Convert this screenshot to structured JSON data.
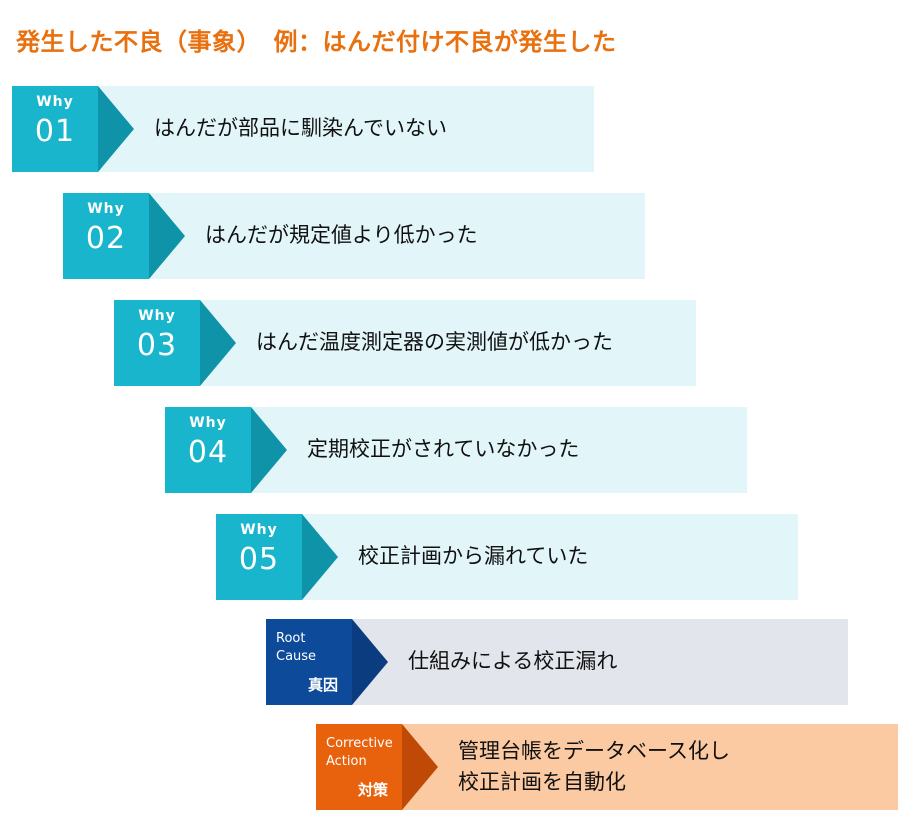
{
  "title": "発生した不良（事象）　例：はんだ付け不良が発生した",
  "steps": [
    {
      "top": "Why",
      "num": "01",
      "text": "はんだが部品に馴染んでいない"
    },
    {
      "top": "Why",
      "num": "02",
      "text": "はんだが規定値より低かった"
    },
    {
      "top": "Why",
      "num": "03",
      "text": "はんだ温度測定器の実測値が低かった"
    },
    {
      "top": "Why",
      "num": "04",
      "text": "定期校正がされていなかった"
    },
    {
      "top": "Why",
      "num": "05",
      "text": "校正計画から漏れていた"
    }
  ],
  "root_cause": {
    "label_en_1": "Root",
    "label_en_2": "Cause",
    "label_jp": "真因",
    "text": "仕組みによる校正漏れ"
  },
  "corrective_action": {
    "label_en_1": "Corrective",
    "label_en_2": "Action",
    "label_jp": "対策",
    "text_1": "管理台帳をデータベース化し",
    "text_2": "校正計画を自動化"
  },
  "colors": {
    "title": "#e8700f",
    "why_tab": "#19b5cc",
    "why_arrow": "#0f93a8",
    "why_bar": "#e2f6fa",
    "root_tab": "#0d4a9a",
    "root_arrow": "#0b3c80",
    "root_bar": "#e2e6ec",
    "action_tab": "#e8610d",
    "action_arrow": "#c04a05",
    "action_bar": "#fbcaa2"
  }
}
